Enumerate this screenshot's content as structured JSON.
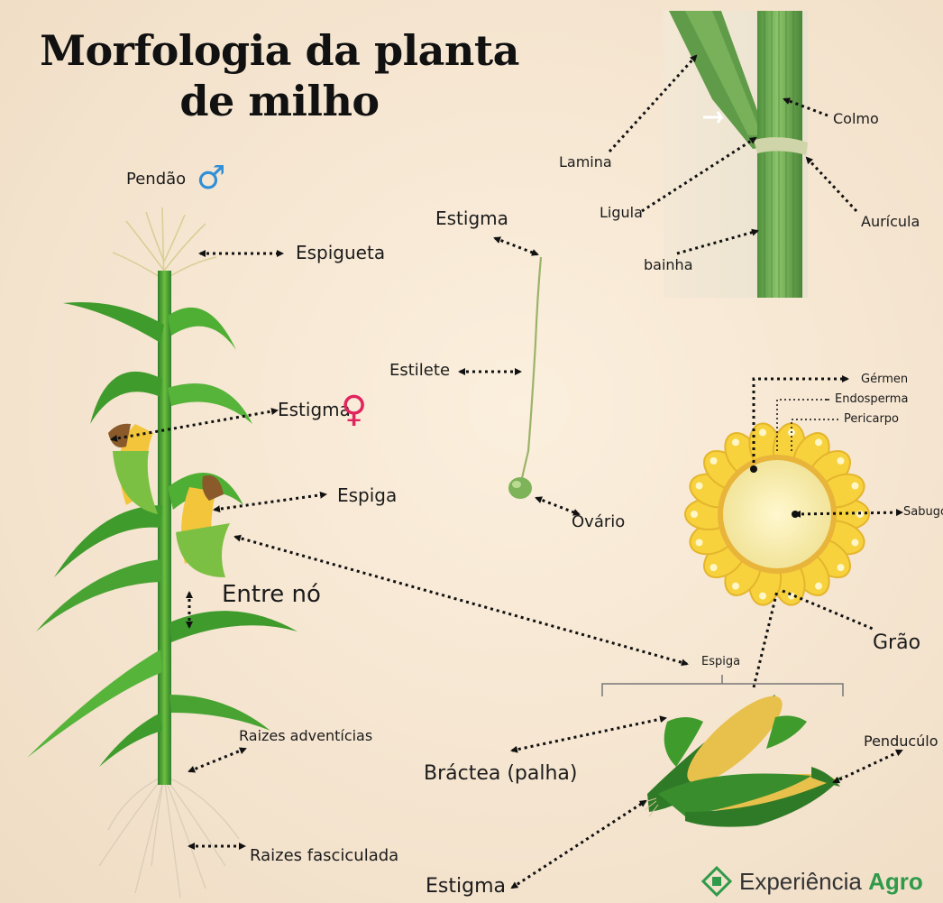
{
  "title": {
    "line1": "Morfologia da planta",
    "line2": "de milho"
  },
  "labels": {
    "pendao": "Pendão",
    "espigueta": "Espigueta",
    "estigma_planta": "Estigma",
    "espiga_planta": "Espiga",
    "entre_no": "Entre nó",
    "raizes_adventicias": "Raizes adventícias",
    "raizes_fasciculada": "Raizes fasciculada",
    "estigma_flor": "Estigma",
    "estilete": "Estilete",
    "ovario": "Ovário",
    "lamina": "Lamina",
    "ligula": "Ligula",
    "bainha": "bainha",
    "colmo": "Colmo",
    "auricula": "Aurícula",
    "germen": "Gérmen",
    "endosperma": "Endosperma",
    "pericarpo": "Pericarpo",
    "sabugo": "Sabugo",
    "grao": "Grão",
    "espiga_palha": "Espiga",
    "bractea": "Bráctea (palha)",
    "penducolo": "Penducúlo",
    "estigma_palha": "Estigma"
  },
  "symbols": {
    "male": "♂",
    "female": "♀"
  },
  "brand": {
    "prefix": "Experiência ",
    "highlight": "Agro"
  },
  "colors": {
    "male_symbol": "#2f8fd8",
    "female_symbol": "#e0245e",
    "leaf_green": "#3f9b2c",
    "kernel_yellow": "#f7d23c",
    "brand_green": "#2e9a4a"
  }
}
